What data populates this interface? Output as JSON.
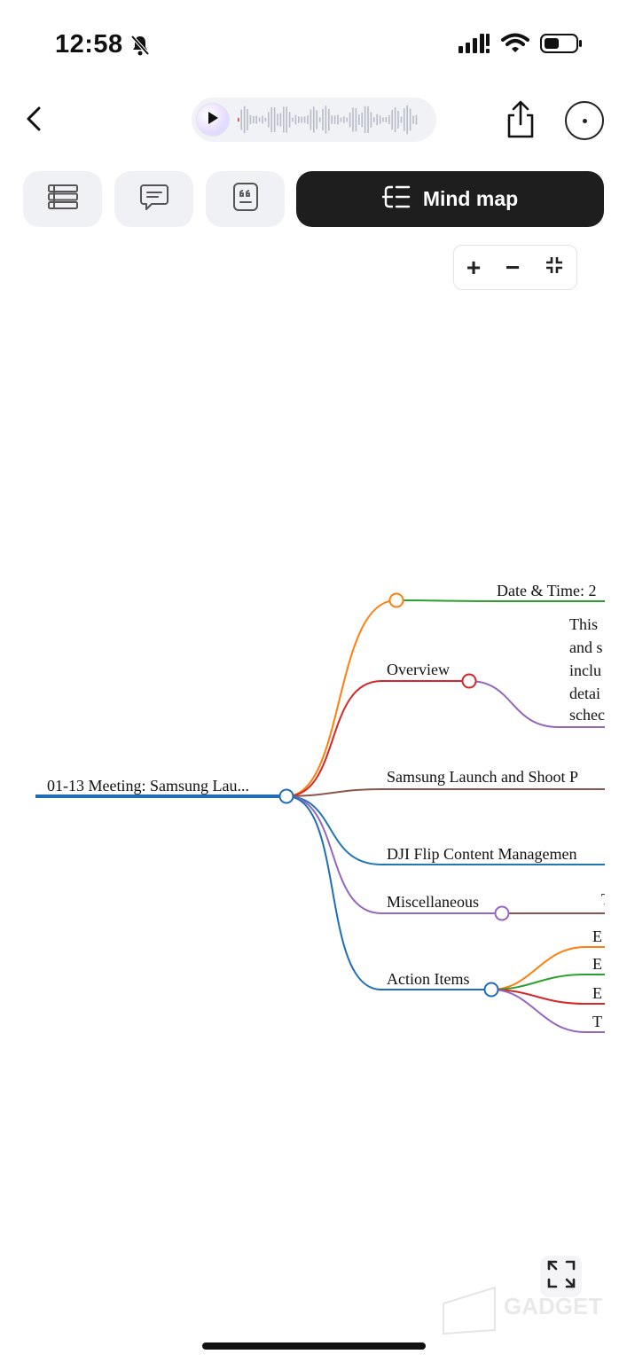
{
  "status_bar": {
    "time": "12:58",
    "icons": [
      "bell-slash-icon",
      "cellular-signal-icon",
      "wifi-icon",
      "battery-icon"
    ]
  },
  "top_bar": {
    "back_icon": "chevron-left-icon",
    "player_icon": "play-icon",
    "share_icon": "share-icon",
    "more_icon": "ellipsis-circle-icon"
  },
  "tabs": [
    {
      "icon": "list-icon",
      "label": ""
    },
    {
      "icon": "chat-bubble-icon",
      "label": ""
    },
    {
      "icon": "quote-icon",
      "label": ""
    },
    {
      "icon": "mind-map-icon",
      "label": "Mind map",
      "active": true
    }
  ],
  "zoom": {
    "in": "+",
    "out": "−"
  },
  "mindmap": {
    "root": "01-13 Meeting: Samsung Lau...",
    "top_leaf": "Date & Time: 2",
    "overview": "Overview",
    "overview_lines": [
      "This",
      "and s",
      "inclu",
      "detai",
      "schec"
    ],
    "branch_samsung": "Samsung Launch and Shoot P",
    "branch_dji": "DJI Flip Content Managemen",
    "branch_misc": "Miscellaneous",
    "misc_child": "T",
    "branch_action": "Action Items",
    "action_children": [
      "E",
      "E",
      "E",
      "T"
    ]
  },
  "watermark_text": "GADGET",
  "colors": {
    "root": "#1f6db5",
    "orange": "#ff7f0e",
    "green": "#2ca02c",
    "red": "#d62728",
    "purple": "#9467bd",
    "brown": "#8c564b",
    "blue": "#1f77b4",
    "tab_active_bg": "#1e1e1e"
  }
}
